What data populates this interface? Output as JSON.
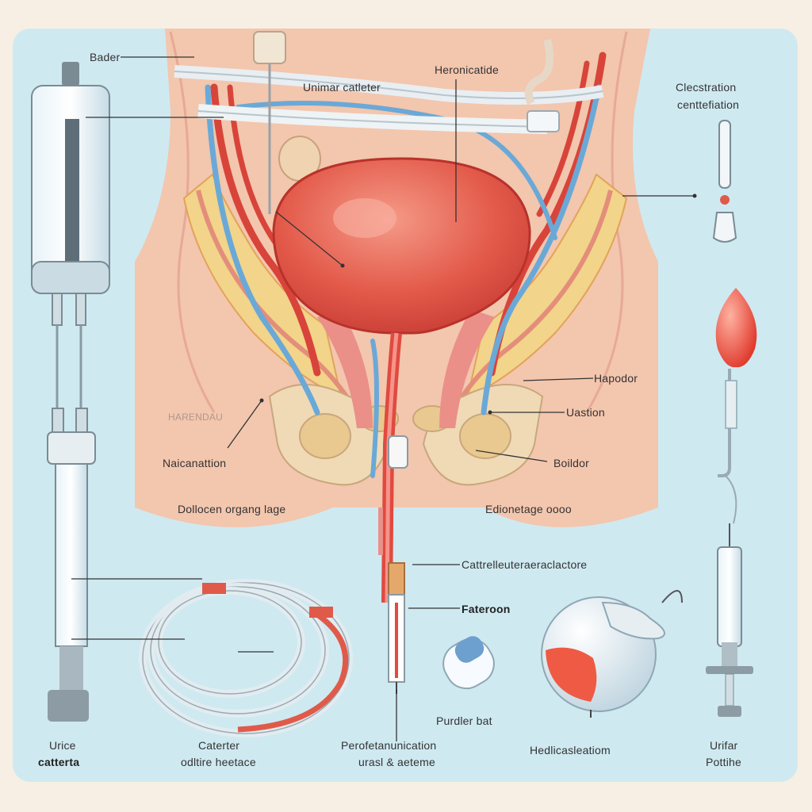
{
  "colors": {
    "background": "#f7efe3",
    "panel": "#cfe9f1",
    "skin": "#f1c1a7",
    "bladder": "#e35449",
    "artery": "#d8443a",
    "vein": "#6aa9d7",
    "fat": "#f3d27a",
    "bone": "#f1dcb8",
    "balloon": "#ec5a49"
  },
  "labels": {
    "bader": "Bader",
    "urinary_catheter": "Unimar catleter",
    "heronicatide": "Heronicatide",
    "clecstration": "Clecstration",
    "centtefiation": "centtefiation",
    "harendau": "HARENDAU",
    "haporlor": "Hapodor",
    "uastion": "Uastion",
    "naicanation": "Naicanattion",
    "bolldor": "Boildor",
    "dolloces": "Dollocen organg lage",
    "edionetge": "Edionetage oooo",
    "cattrelleuter": "Cattrelleuteraeraclactore",
    "fateroon": "Fateroon",
    "purdler_bat": "Purdler bat",
    "urice": "Urice",
    "catterta": "catterta",
    "catetter": "Caterter",
    "odltire": "odltire heetace",
    "perofetan_l1": "Perofetanunication",
    "perofetan_l2": "urasl & aeteme",
    "hedilical": "Hedlicasleatiom",
    "urifar": "Urifar",
    "pottine": "Pottihe"
  },
  "icons": [
    "syringe-icon",
    "catheter-coil-icon",
    "balloon-icon",
    "capsule-icon",
    "urine-bag-icon",
    "small-syringe-icon",
    "dropper-icon"
  ]
}
